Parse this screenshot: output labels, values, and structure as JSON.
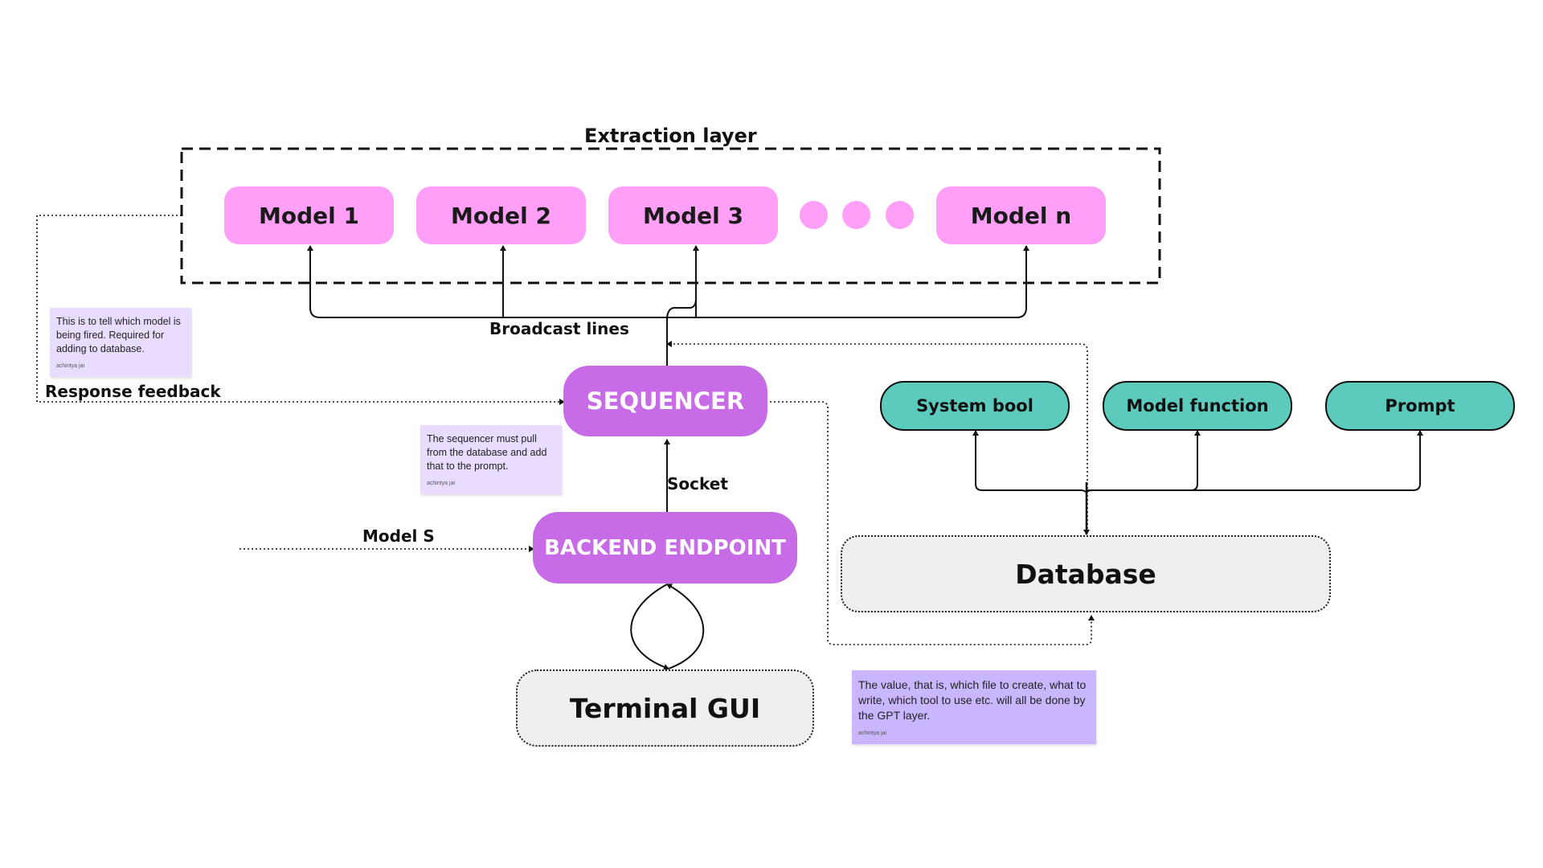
{
  "extraction_layer": {
    "title": "Extraction layer"
  },
  "models": [
    "Model 1",
    "Model 2",
    "Model 3",
    "Model n"
  ],
  "sequencer": {
    "label": "SEQUENCER"
  },
  "backend": {
    "label": "BACKEND ENDPOINT"
  },
  "terminal": {
    "label": "Terminal GUI"
  },
  "database": {
    "label": "Database"
  },
  "db_fields": [
    "System bool",
    "Model function",
    "Prompt"
  ],
  "edge_labels": {
    "broadcast": "Broadcast lines",
    "response_feedback": "Response feedback",
    "socket": "Socket",
    "model_s": "Model S"
  },
  "notes": [
    {
      "text": "This is to tell which model is being fired. Required for adding to database.",
      "author": "achintya jai"
    },
    {
      "text": "The sequencer must pull from the database and add that to the prompt.",
      "author": "achintya jai"
    },
    {
      "text": "The value, that is, which file to create, what to write, which tool to use etc. will all be done by the GPT layer.",
      "author": "achintya jai"
    }
  ],
  "colors": {
    "model_fill": "#ff9ff8",
    "core_fill": "#c86be6",
    "db_field_fill": "#5ccbbe",
    "store_fill": "#efefef",
    "note_light": "#eadcff",
    "note_dark": "#c9b6ff"
  }
}
